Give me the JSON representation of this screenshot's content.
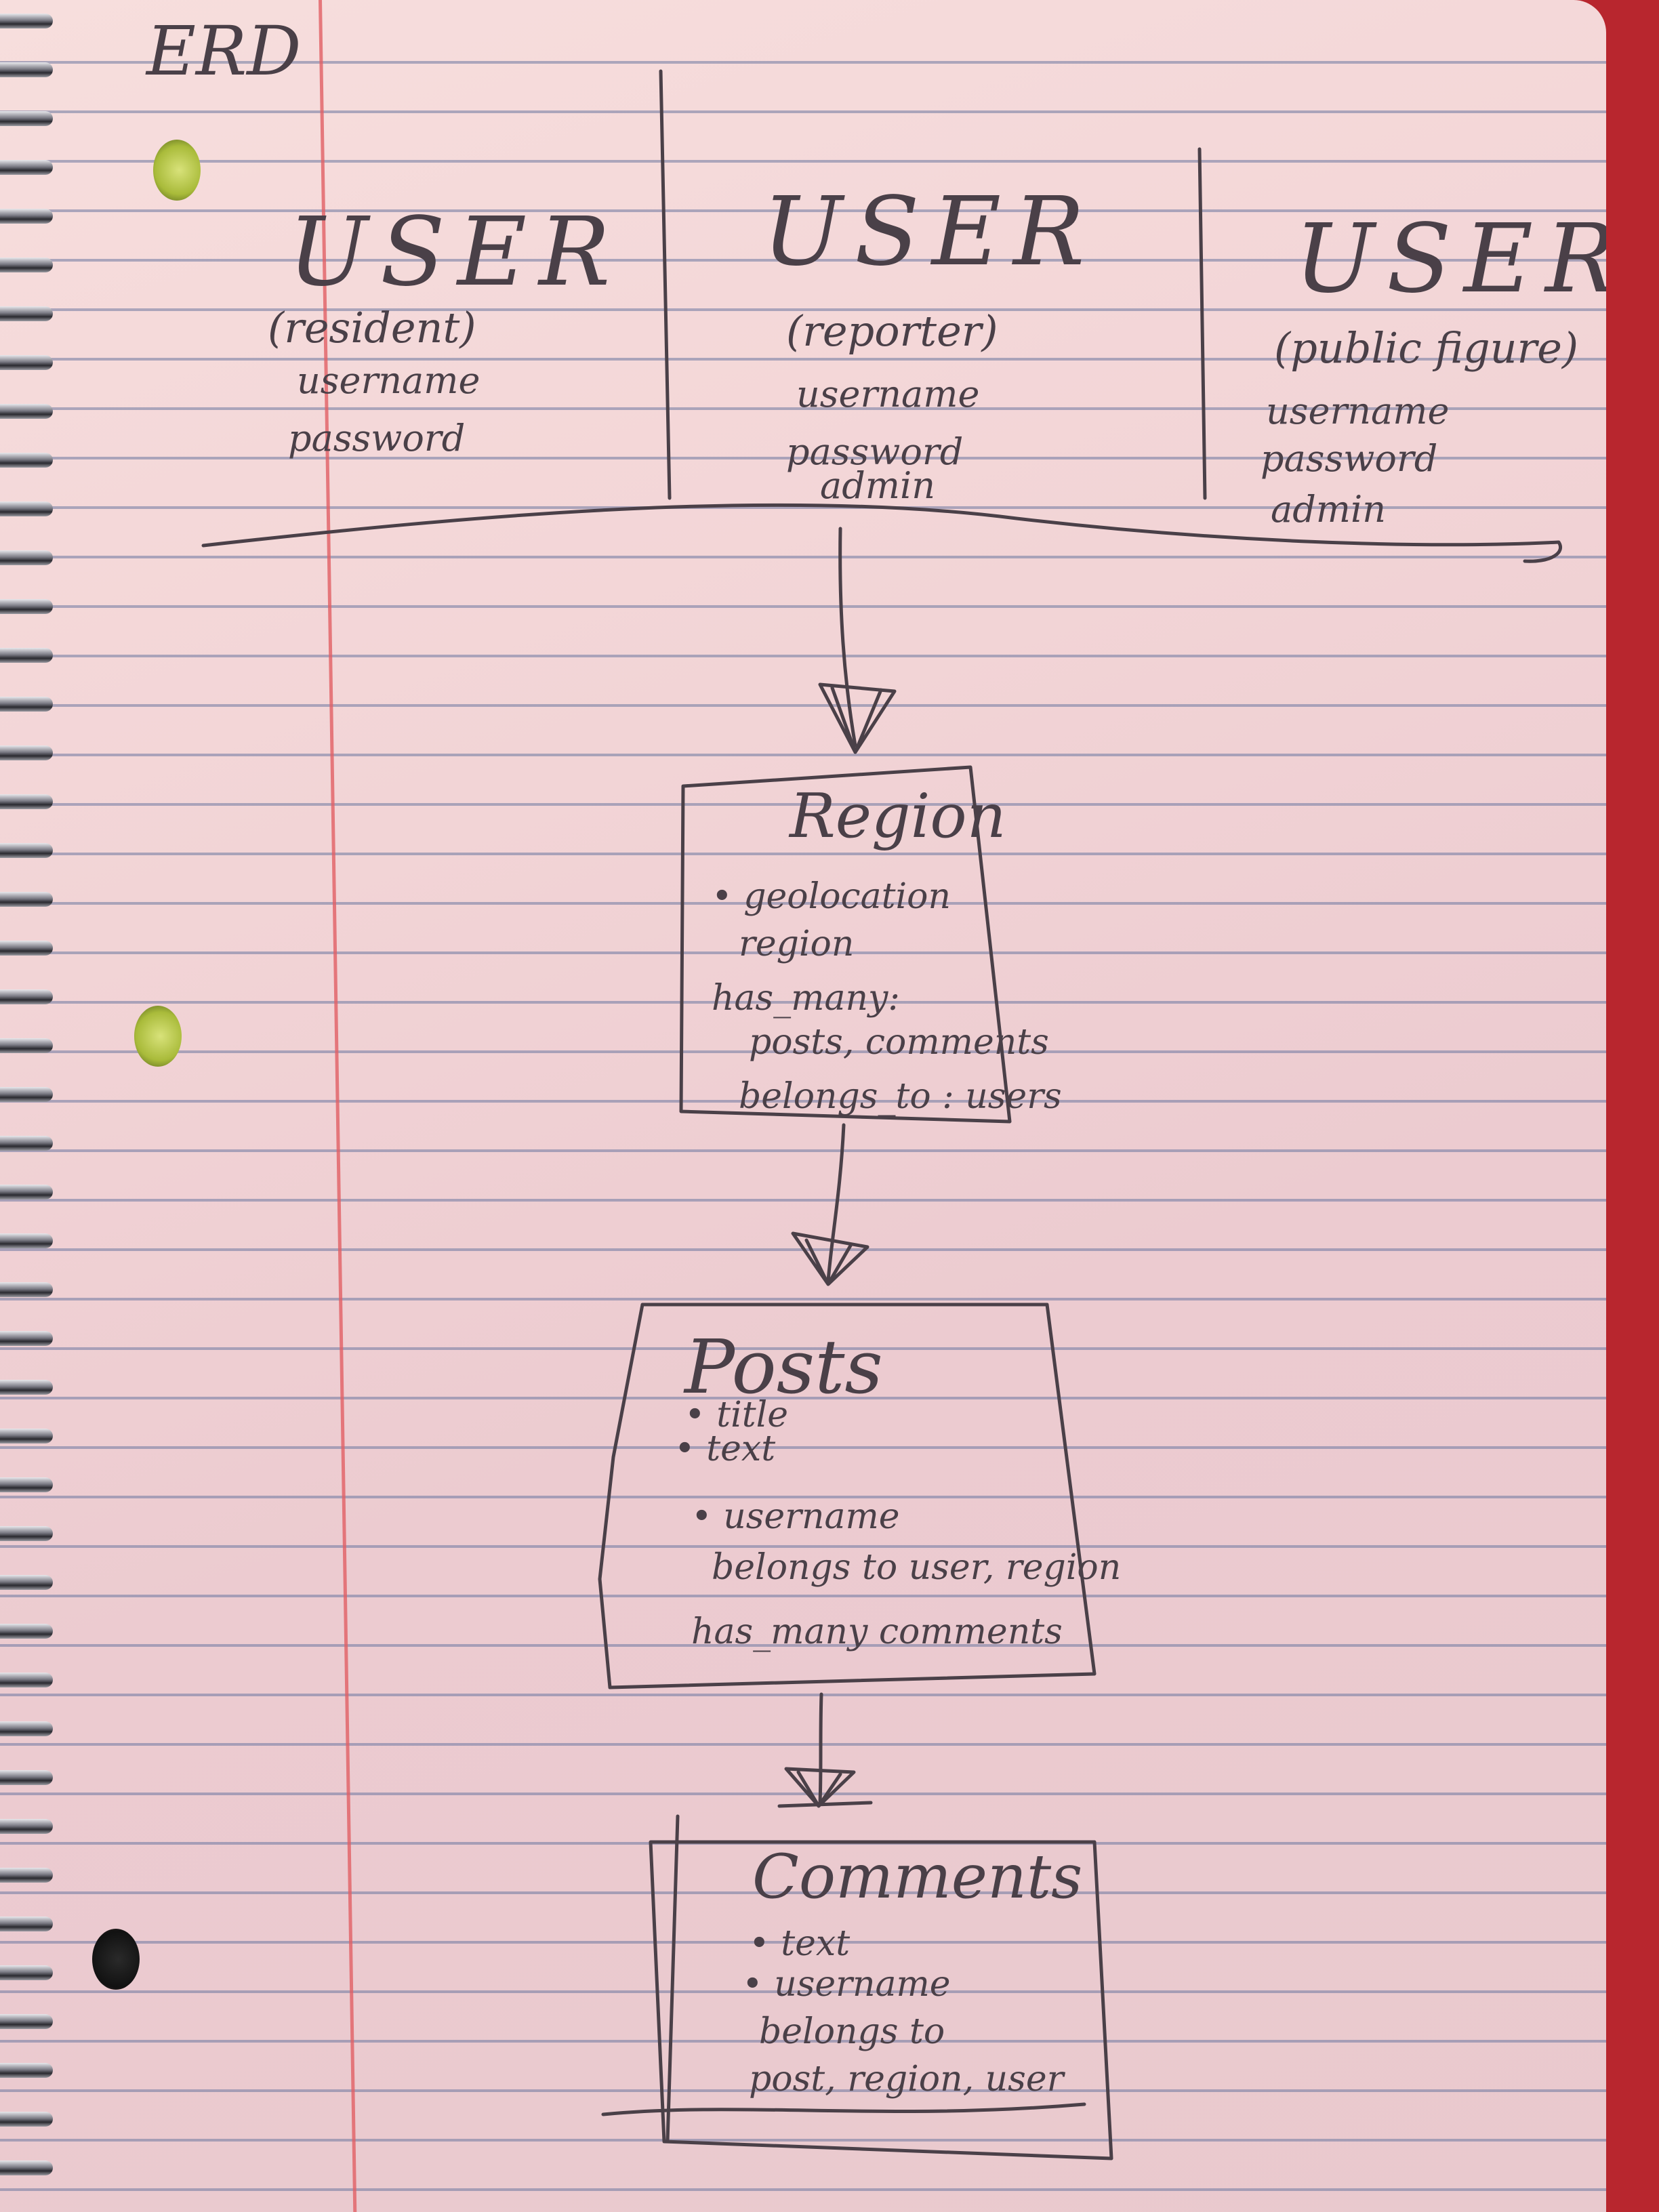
{
  "title": "ERD",
  "users": [
    {
      "heading": "USER",
      "role": "(resident)",
      "fields": [
        "username",
        "password"
      ]
    },
    {
      "heading": "USER",
      "role": "(reporter)",
      "fields": [
        "username",
        "password",
        "admin"
      ]
    },
    {
      "heading": "USER",
      "role": "(public figure)",
      "fields": [
        "username",
        "password",
        "admin"
      ]
    }
  ],
  "region": {
    "heading": "Region",
    "lines": [
      "• geolocation",
      "region",
      "has_many:",
      "posts, comments",
      "belongs_to : users"
    ]
  },
  "posts": {
    "heading": "Posts",
    "lines": [
      "• title",
      "• text",
      "• username",
      "belongs to user, region",
      "has_many comments"
    ]
  },
  "comments": {
    "heading": "Comments",
    "lines": [
      "• text",
      "• username",
      "belongs to",
      "post, region, user"
    ]
  },
  "colors": {
    "ink": "#4a4048",
    "paper": "#f2d4d6",
    "rule": "#6e78a0",
    "margin": "#e15f64",
    "background": "#b8262e"
  }
}
